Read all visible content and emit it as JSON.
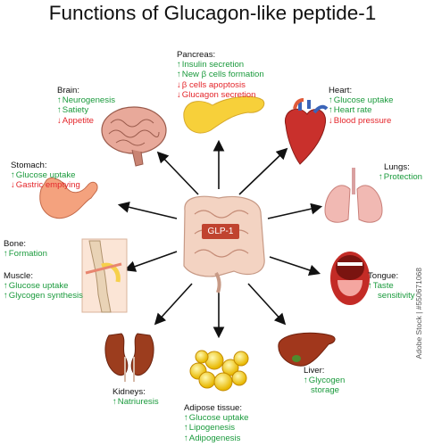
{
  "title": "Functions of Glucagon-like peptide-1",
  "center": "GLP-1",
  "organs": {
    "pancreas": {
      "name": "Pancreas:",
      "effects": [
        {
          "dir": "up",
          "text": "Insulin secretion"
        },
        {
          "dir": "up",
          "text": "New β cells formation"
        },
        {
          "dir": "down",
          "text": "β cells apoptosis"
        },
        {
          "dir": "down",
          "text": "Glucagon secretion"
        }
      ]
    },
    "brain": {
      "name": "Brain:",
      "effects": [
        {
          "dir": "up",
          "text": "Neurogenesis"
        },
        {
          "dir": "up",
          "text": "Satiety"
        },
        {
          "dir": "down",
          "text": "Appetite"
        }
      ]
    },
    "heart": {
      "name": "Heart:",
      "effects": [
        {
          "dir": "up",
          "text": "Glucose uptake"
        },
        {
          "dir": "up",
          "text": "Heart rate"
        },
        {
          "dir": "down",
          "text": "Blood pressure"
        }
      ]
    },
    "stomach": {
      "name": "Stomach:",
      "effects": [
        {
          "dir": "up",
          "text": "Glucose uptake"
        },
        {
          "dir": "down",
          "text": "Gastric emptying"
        }
      ]
    },
    "lungs": {
      "name": "Lungs:",
      "effects": [
        {
          "dir": "up",
          "text": "Protection"
        }
      ]
    },
    "bone": {
      "name": "Bone:",
      "effects": [
        {
          "dir": "up",
          "text": "Formation"
        }
      ]
    },
    "muscle": {
      "name": "Muscle:",
      "effects": [
        {
          "dir": "up",
          "text": "Glucose uptake"
        },
        {
          "dir": "up",
          "text": "Glycogen synthesis"
        }
      ]
    },
    "tongue": {
      "name": "Tongue:",
      "effects": [
        {
          "dir": "up",
          "text": "Taste"
        },
        {
          "dir": "none",
          "text": "sensitivity"
        }
      ]
    },
    "kidneys": {
      "name": "Kidneys:",
      "effects": [
        {
          "dir": "up",
          "text": "Natriuresis"
        }
      ]
    },
    "liver": {
      "name": "Liver:",
      "effects": [
        {
          "dir": "up",
          "text": "Glycogen"
        },
        {
          "dir": "none",
          "text": "storage"
        }
      ]
    },
    "adipose": {
      "name": "Adipose tissue:",
      "effects": [
        {
          "dir": "up",
          "text": "Glucose uptake"
        },
        {
          "dir": "up",
          "text": "Lipogenesis"
        },
        {
          "dir": "up",
          "text": "Adipogenesis"
        }
      ]
    }
  },
  "watermark": "Adobe Stock | #550671068",
  "colors": {
    "increase": "#1a9a3c",
    "decrease": "#e4262b",
    "arrow": "#111111"
  }
}
